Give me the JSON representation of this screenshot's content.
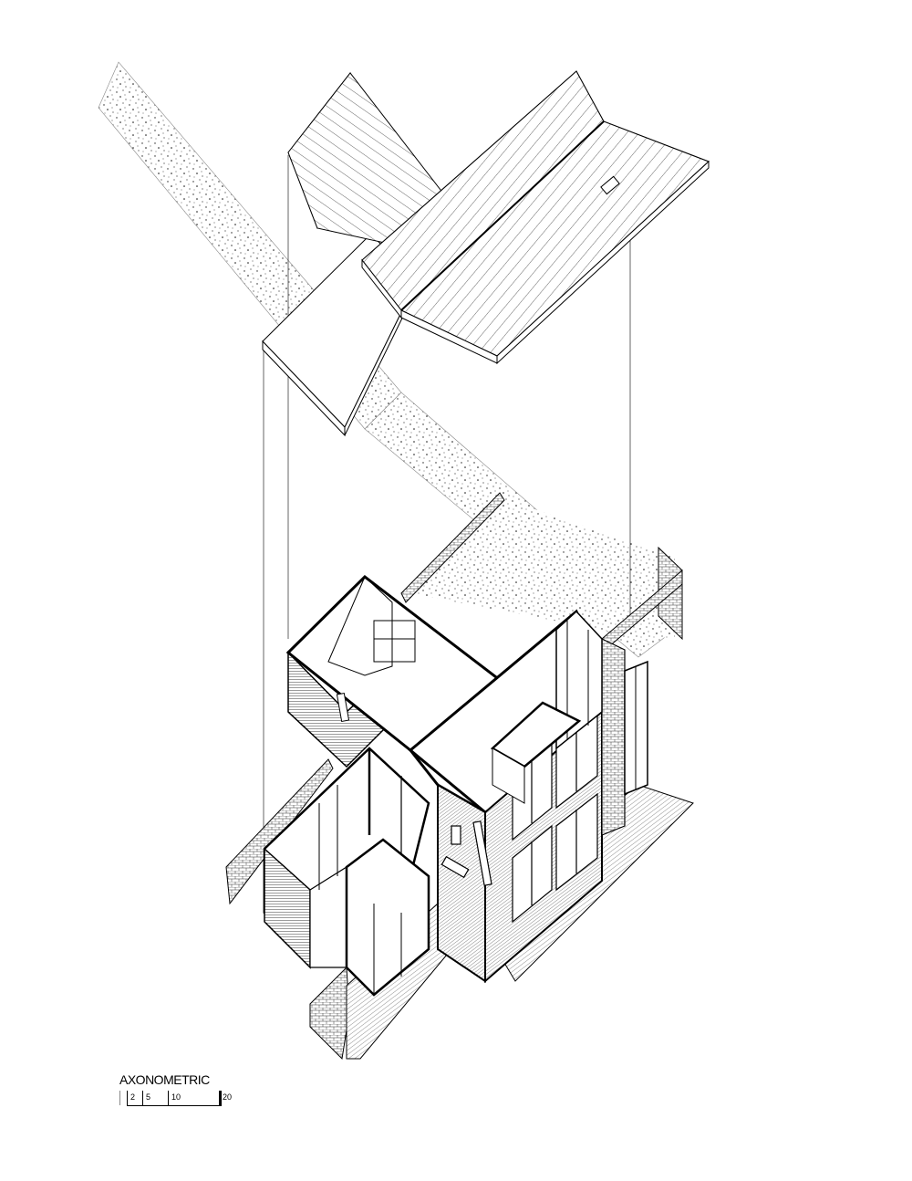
{
  "drawing": {
    "title": "AXONOMETRIC",
    "type": "exploded axonometric architectural drawing",
    "components": [
      "roof-upper-gable",
      "roof-flat-slab",
      "gravel-ground-strip",
      "house-body",
      "brick-garden-walls",
      "wood-deck"
    ],
    "colors": {
      "line": "#000000",
      "background": "#ffffff",
      "hatch": "#333333"
    }
  },
  "scale_bar": {
    "ticks": [
      {
        "label": "2",
        "pos": 10
      },
      {
        "label": "5",
        "pos": 27
      },
      {
        "label": "10",
        "pos": 55
      },
      {
        "label": "20",
        "pos": 112
      }
    ]
  }
}
